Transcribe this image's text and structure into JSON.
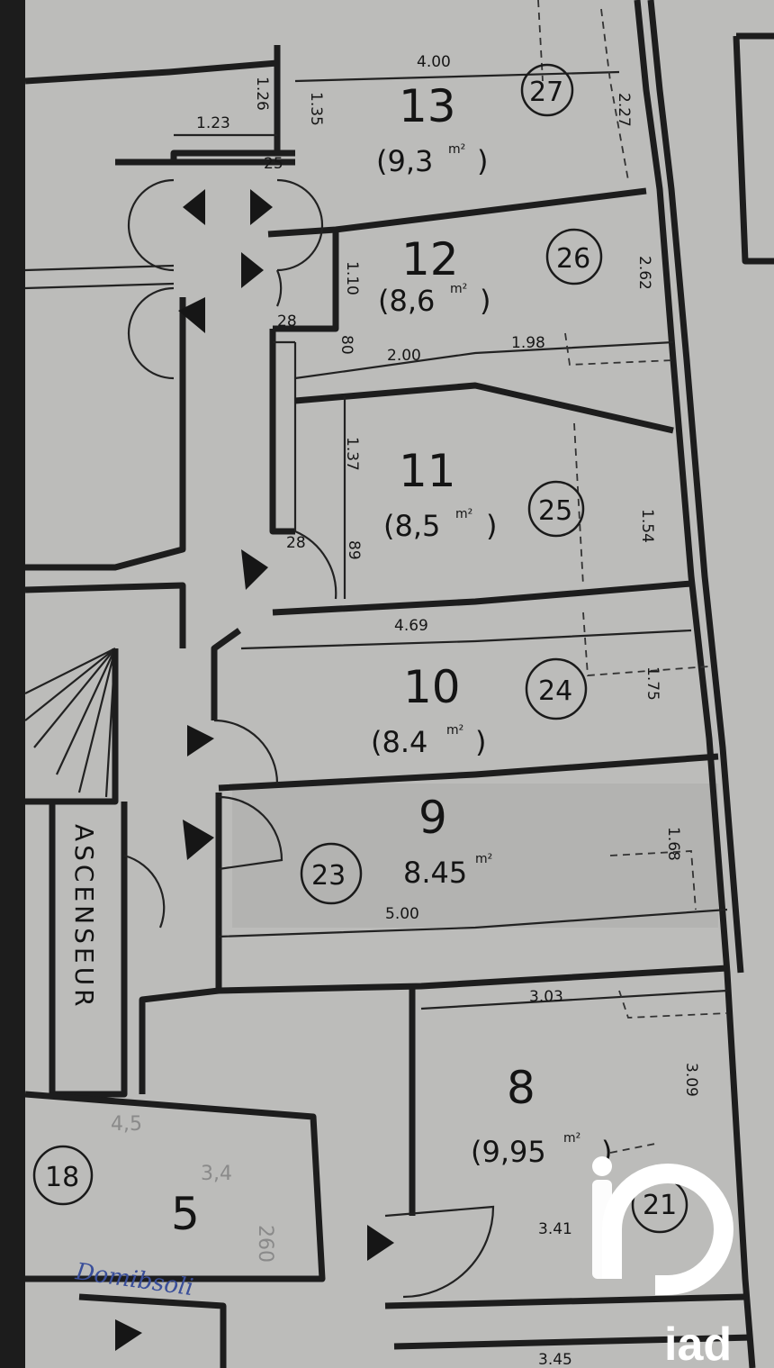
{
  "rooms": [
    {
      "id": "13",
      "number": "13",
      "area": "(9,3",
      "unit": "m²",
      "close": ")",
      "lot": "27"
    },
    {
      "id": "12",
      "number": "12",
      "area": "(8,6",
      "unit": "m²",
      "close": ")",
      "lot": "26"
    },
    {
      "id": "11",
      "number": "11",
      "area": "(8,5",
      "unit": "m²",
      "close": ")",
      "lot": "25"
    },
    {
      "id": "10",
      "number": "10",
      "area": "(8.4",
      "unit": "m²",
      "close": ")",
      "lot": "24"
    },
    {
      "id": "9",
      "number": "9",
      "area": "8.45",
      "unit": "m²",
      "close": "",
      "lot": "23"
    },
    {
      "id": "8",
      "number": "8",
      "area": "(9,95",
      "unit": "m²",
      "close": ")",
      "lot": "21"
    },
    {
      "id": "5",
      "number": "5",
      "area": "",
      "unit": "",
      "close": "",
      "lot": "18"
    }
  ],
  "dimensions": [
    "4.00",
    "1.23",
    "1.26",
    "1.35",
    "2.27",
    "25",
    "1.10",
    "2.62",
    "28",
    "80",
    "2.00",
    "1.98",
    "1.37",
    "1.54",
    "28",
    "89",
    "4.69",
    "1.75",
    "1.68",
    "5.00",
    "3.03",
    "3.09",
    "3.41",
    "3.45"
  ],
  "labels": {
    "elevator": "ASCENSEUR",
    "handwritten_signature": "Domibsoli",
    "pencil_notes": [
      "4,5",
      "3,4",
      "260"
    ]
  },
  "watermark": {
    "logo_text": "iad",
    "color": "#ffffff"
  },
  "colors": {
    "paper": "#bcbcba",
    "ink": "#1d1d1d",
    "handwriting": "#3a4f9a",
    "border": "#1c1c1c"
  }
}
